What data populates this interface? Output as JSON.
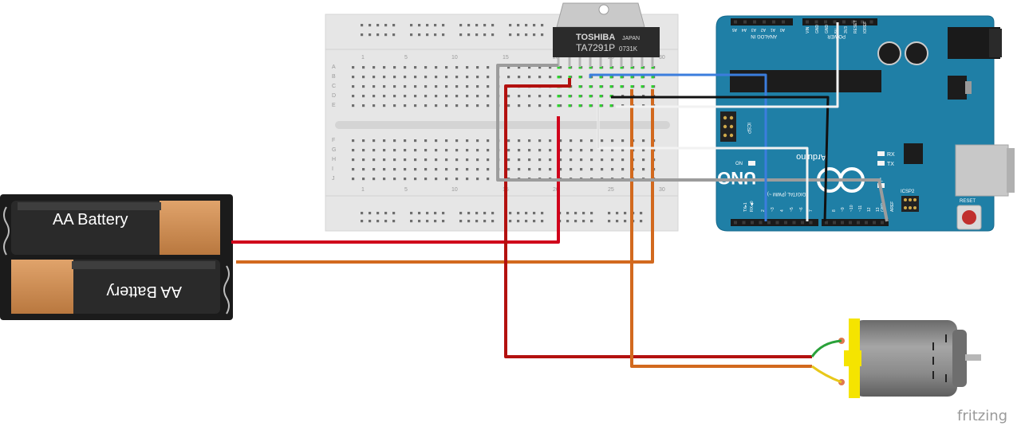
{
  "battery": {
    "label_top": "AA Battery",
    "label_bottom": "AA Battery"
  },
  "chip": {
    "brand": "TOSHIBA",
    "country": "JAPAN",
    "part": "TA7291P",
    "code": "0731K"
  },
  "breadboard": {
    "rows_top": [
      "A",
      "B",
      "C",
      "D",
      "E"
    ],
    "rows_bottom": [
      "F",
      "G",
      "H",
      "I",
      "J"
    ],
    "col_numbers": [
      "1",
      "5",
      "10",
      "15",
      "20",
      "25",
      "30"
    ]
  },
  "arduino": {
    "brand": "Arduino",
    "model": "UNO",
    "label_analog": "ANALOG IN",
    "label_power": "POWER",
    "label_digital": "DIGITAL (PWM ~)",
    "label_icsp": "ICSP",
    "label_icsp2": "ICSP2",
    "label_reset": "RESET",
    "label_on": "ON",
    "label_rx": "RX",
    "label_tx": "TX",
    "label_l": "L",
    "label_aref": "AREF",
    "label_gnd": "GND",
    "label_tx1": "TX▸1",
    "label_rx0": "RX◀0",
    "analog_pins": [
      "A5",
      "A4",
      "A3",
      "A2",
      "A1",
      "A0"
    ],
    "power_pins": [
      "VIN",
      "GND",
      "GND",
      "5V",
      "3V3",
      "RESET",
      "IOREF"
    ],
    "digital_pins": [
      "13",
      "12",
      "~11",
      "~10",
      "~9",
      "8",
      "7",
      "~6",
      "~5",
      "4",
      "~3",
      "2"
    ]
  },
  "watermark": "fritzing",
  "colors": {
    "wire_red": "#d0021b",
    "wire_darkred": "#b3110f",
    "wire_orange": "#d2691e",
    "wire_blue": "#3b7ddd",
    "wire_black": "#111111",
    "wire_gray": "#9c9c9c",
    "wire_white": "#f2f2f2",
    "arduino_board": "#1f7fa6",
    "breadboard": "#e8e8e8",
    "motor_body": "#808080",
    "motor_cap": "#f5e400"
  }
}
